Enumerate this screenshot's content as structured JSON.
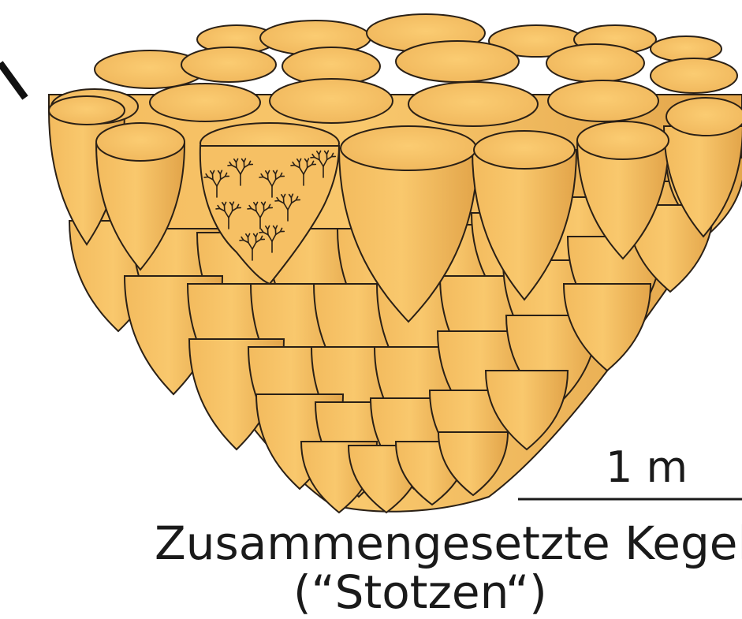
{
  "figure": {
    "scale_bar_label": "1 m",
    "caption_line1": "Zusammengesetzte Kegel",
    "caption_line2": "(“Stotzen“)"
  },
  "colors": {
    "cone_fill": "#f7c469",
    "cone_shade": "#e3a94c",
    "outline": "#2a2016",
    "background": "#ffffff"
  }
}
